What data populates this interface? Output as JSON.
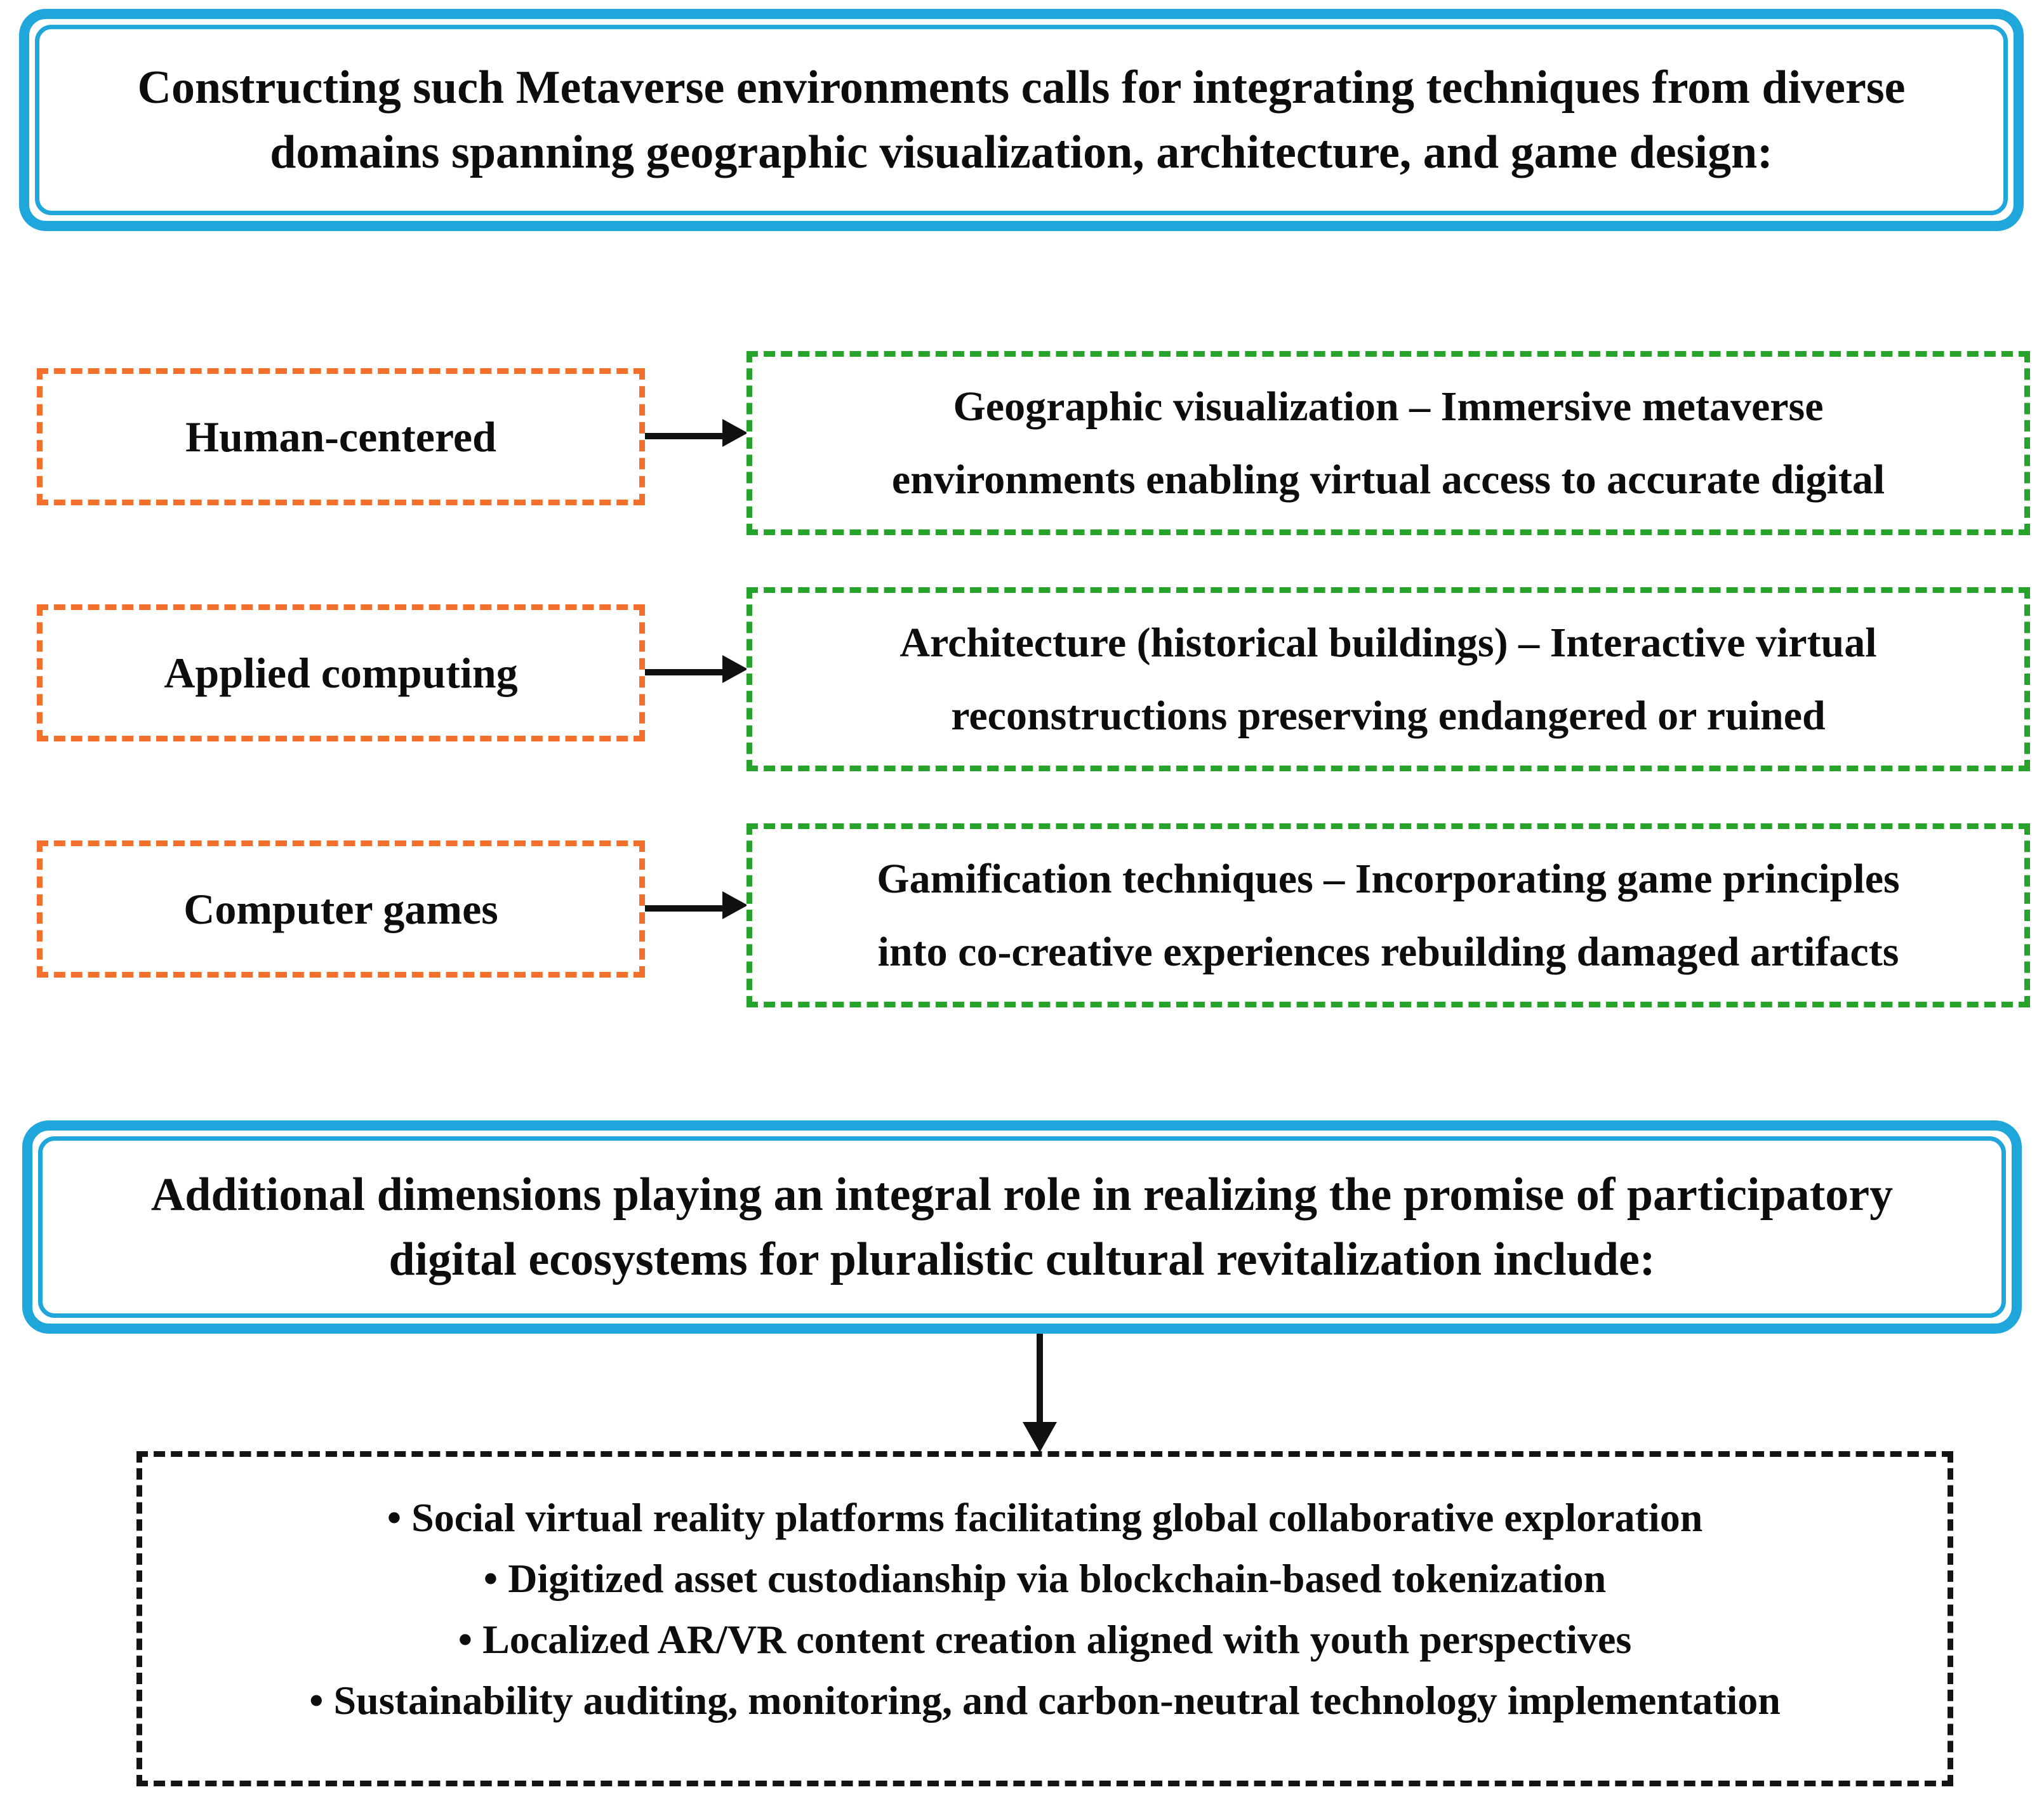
{
  "colors": {
    "banner_border_blue": "#1FA6DB",
    "source_box_dash_orange": "#F2702B",
    "target_box_dash_green": "#27A32C",
    "bottom_box_dash_black": "#141414",
    "text_black": "#0d0d0d",
    "background": "#ffffff"
  },
  "banner_top": {
    "line1": "Constructing such Metaverse environments calls for integrating techniques from diverse",
    "line2": "domains spanning geographic visualization, architecture, and game design:"
  },
  "flow": {
    "rows": [
      {
        "source": "Human-centered",
        "target_line1": "Geographic visualization – Immersive metaverse",
        "target_line2": "environments enabling virtual access to accurate digital"
      },
      {
        "source": "Applied computing",
        "target_line1": "Architecture (historical buildings) – Interactive virtual",
        "target_line2": "reconstructions preserving endangered or ruined"
      },
      {
        "source": "Computer games",
        "target_line1": "Gamification techniques – Incorporating game principles",
        "target_line2": "into co-creative experiences rebuilding damaged artifacts"
      }
    ]
  },
  "banner_bottom": {
    "line1": "Additional dimensions playing an integral role in realizing the promise of participatory",
    "line2": "digital ecosystems for pluralistic cultural revitalization include:"
  },
  "dimensions_box": {
    "items": [
      "• Social virtual reality platforms facilitating global collaborative exploration",
      "• Digitized asset custodianship via blockchain-based tokenization",
      "• Localized AR/VR content creation aligned with youth perspectives",
      "• Sustainability auditing, monitoring, and carbon-neutral technology implementation"
    ]
  }
}
